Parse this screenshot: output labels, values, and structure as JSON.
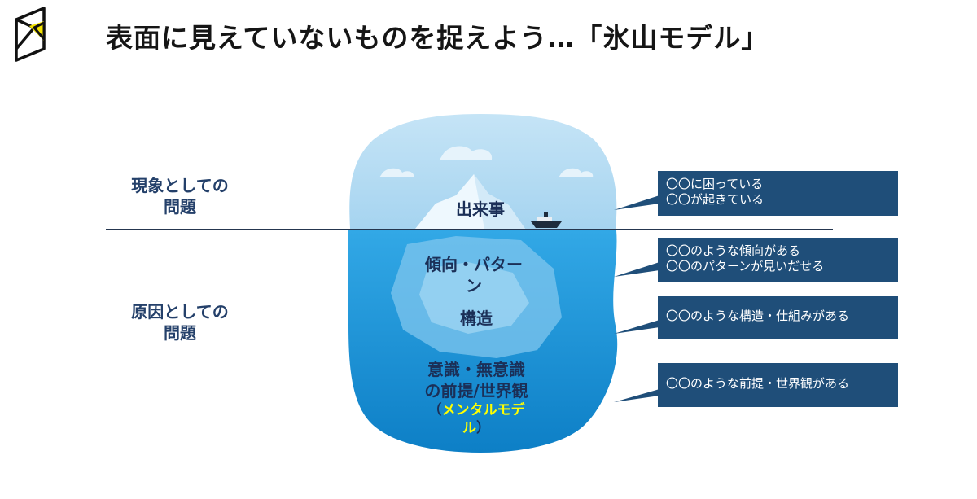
{
  "header": {
    "title": "表面に見えていないものを捉えよう…「氷山モデル」"
  },
  "side_labels": {
    "phenomenon": [
      "現象としての",
      "問題"
    ],
    "cause": [
      "原因としての",
      "問題"
    ]
  },
  "layers": {
    "event": "出来事",
    "pattern_line1": "傾向・パター",
    "pattern_line2": "ン",
    "structure": "構造",
    "model_line1": "意識・無意識",
    "model_line2": "の前提/世界観",
    "model_paren_open": "（",
    "model_highlight_1": "メンタルモデ",
    "model_highlight_2": "ル",
    "model_paren_close": "）"
  },
  "callouts": {
    "event": [
      "〇〇に困っている",
      "〇〇が起きている"
    ],
    "pattern": [
      "〇〇のような傾向がある",
      "〇〇のパターンが見いだせる"
    ],
    "structure": [
      "〇〇のような構造・仕組みがある"
    ],
    "model": [
      "〇〇のような前提・世界観がある"
    ]
  },
  "colors": {
    "callout_bg": "#1f4e79",
    "highlight": "#ffff00",
    "water": "#1c96d6",
    "ice_top": "#b8dcf2",
    "logo_accent": "#f4e300"
  },
  "icons": [
    "brand-logo",
    "ship-icon"
  ]
}
